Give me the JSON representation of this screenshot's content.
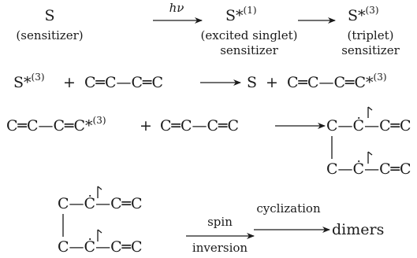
{
  "step1": {
    "sensitizer_symbol": "S",
    "sensitizer_label": "(sensitizer)",
    "light_label": "hν",
    "singlet_symbol": "S*",
    "singlet_superscript": "(1)",
    "singlet_label_line1": "(excited singlet)",
    "singlet_label_line2": "sensitizer",
    "triplet_symbol": "S*",
    "triplet_superscript": "(3)",
    "triplet_label_line1": "(triplet)",
    "triplet_label_line2": "sensitizer"
  },
  "step2": {
    "reactant1": "S*",
    "reactant1_superscript": "(3)",
    "plus1": "+",
    "diene": "C═C—C═C",
    "product1": "S",
    "plus2": "+",
    "product2": "C═C—C═C*",
    "product2_superscript": "(3)"
  },
  "step3": {
    "reactant1": "C═C—C═C*",
    "reactant1_superscript": "(3)",
    "plus": "+",
    "reactant2": "C═C—C═C",
    "top_row": "C—Ċ—C═C",
    "bottom_row": "C—Ċ—C═C"
  },
  "step4": {
    "top_row": "C—Ċ—C═C",
    "bottom_row": "C—Ċ—C═C",
    "arrow1_label_line1": "spin",
    "arrow1_label_line2": "inversion",
    "arrow2_label": "cyclization",
    "product": "dimers"
  }
}
